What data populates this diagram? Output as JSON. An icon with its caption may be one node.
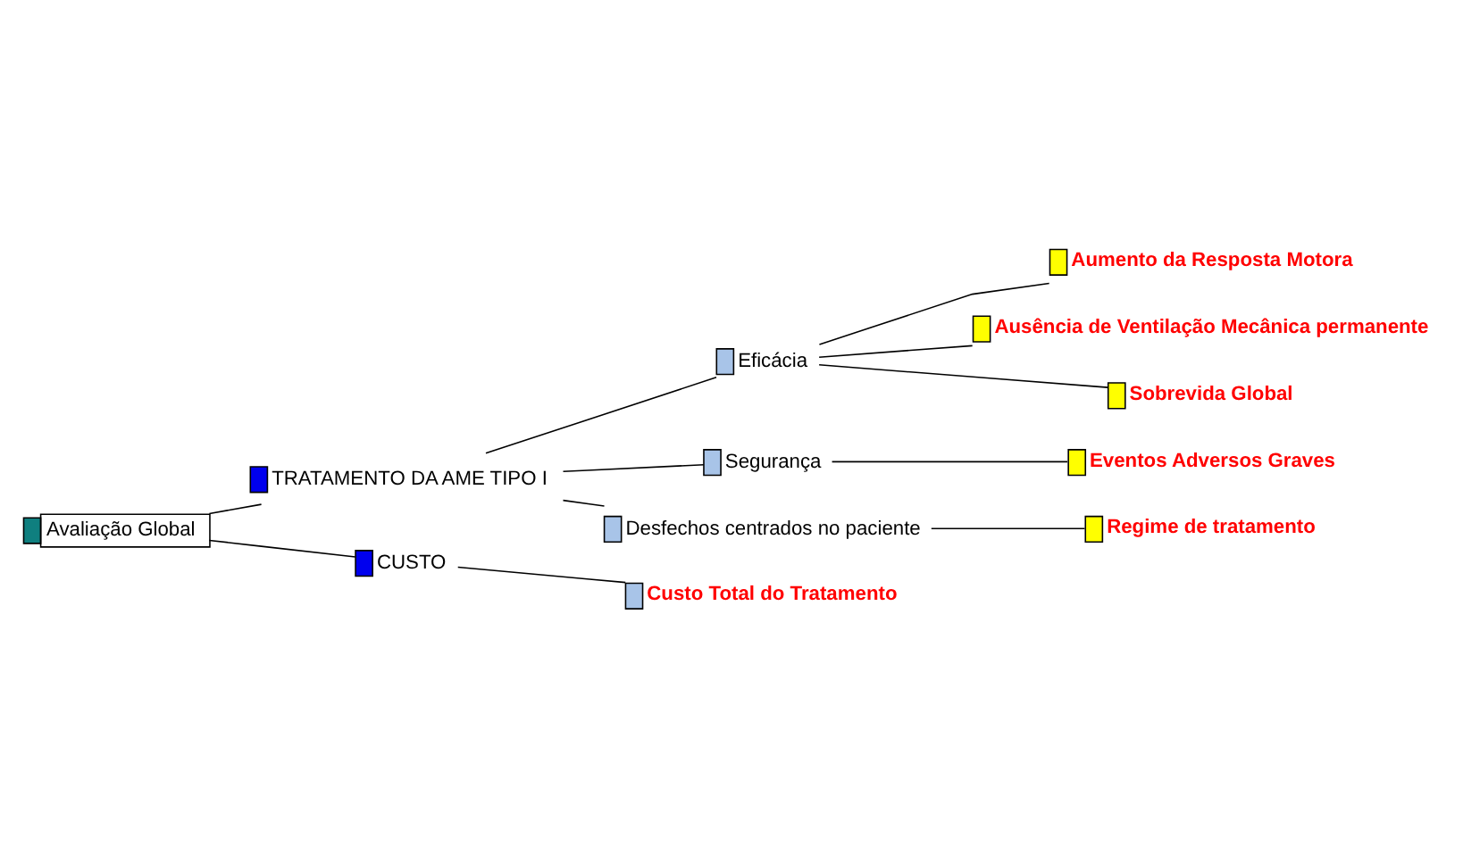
{
  "diagram": {
    "nodes": [
      {
        "text": [
          "Avaliação Global"
        ]
      },
      {
        "text": [
          "TRATAMENTO DA AME TIPO I"
        ]
      },
      {
        "text": [
          "Eficácia"
        ]
      },
      {
        "text": [
          "Aumento da Resposta Motora"
        ]
      },
      {
        "text": [
          "Ausência de Ventilação Mecânica permanente"
        ]
      },
      {
        "text": [
          "Sobrevida Global"
        ]
      },
      {
        "text": [
          "Segurança"
        ]
      },
      {
        "text": [
          "Eventos Adversos Graves"
        ]
      },
      {
        "text": [
          "Desfechos centrados no paciente"
        ]
      },
      {
        "text": [
          "Regime de tratamento"
        ]
      },
      {
        "text": [
          "CUSTO"
        ]
      },
      {
        "text": [
          "Custo Total do Tratamento"
        ]
      }
    ],
    "edges": [
      {
        "from": 0,
        "to": 1,
        "arrow": "none"
      },
      {
        "from": 1,
        "to": 2,
        "arrow": "none"
      },
      {
        "from": 2,
        "to": 3,
        "arrow": "none"
      },
      {
        "from": 2,
        "to": 4,
        "arrow": "none"
      },
      {
        "from": 2,
        "to": 5,
        "arrow": "none"
      },
      {
        "from": 1,
        "to": 6,
        "arrow": "none"
      },
      {
        "from": 6,
        "to": 7,
        "arrow": "none"
      },
      {
        "from": 1,
        "to": 8,
        "arrow": "none"
      },
      {
        "from": 8,
        "to": 9,
        "arrow": "none"
      },
      {
        "from": 0,
        "to": 10,
        "arrow": "none"
      },
      {
        "from": 10,
        "to": 11,
        "arrow": "none"
      }
    ]
  }
}
